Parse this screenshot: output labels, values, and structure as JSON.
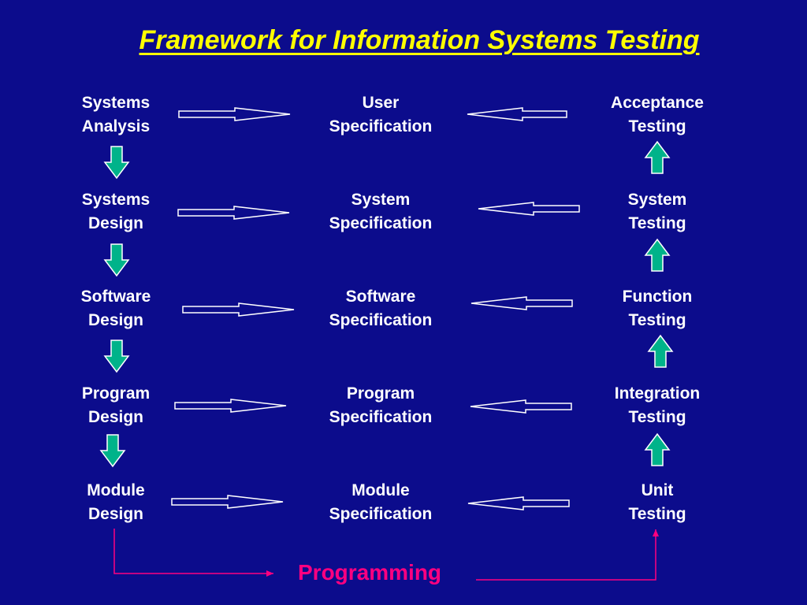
{
  "title": "Framework for Information Systems Testing",
  "columns": {
    "design": [
      {
        "line1": "Systems",
        "line2": "Analysis"
      },
      {
        "line1": "Systems",
        "line2": "Design"
      },
      {
        "line1": "Software",
        "line2": "Design"
      },
      {
        "line1": "Program",
        "line2": "Design"
      },
      {
        "line1": "Module",
        "line2": "Design"
      }
    ],
    "specification": [
      {
        "line1": "User",
        "line2": "Specification"
      },
      {
        "line1": "System",
        "line2": "Specification"
      },
      {
        "line1": "Software",
        "line2": "Specification"
      },
      {
        "line1": "Program",
        "line2": "Specification"
      },
      {
        "line1": "Module",
        "line2": "Specification"
      }
    ],
    "testing": [
      {
        "line1": "Acceptance",
        "line2": "Testing"
      },
      {
        "line1": "System",
        "line2": "Testing"
      },
      {
        "line1": "Function",
        "line2": "Testing"
      },
      {
        "line1": "Integration",
        "line2": "Testing"
      },
      {
        "line1": "Unit",
        "line2": "Testing"
      }
    ]
  },
  "programming_label": "Programming",
  "colors": {
    "background": "#0c0c8c",
    "title": "#ffff00",
    "node_text": "#ffffff",
    "vertical_arrow_fill": "#00b38a",
    "horizontal_arrow_outline": "#ffffff",
    "programming": "#ff0080"
  }
}
